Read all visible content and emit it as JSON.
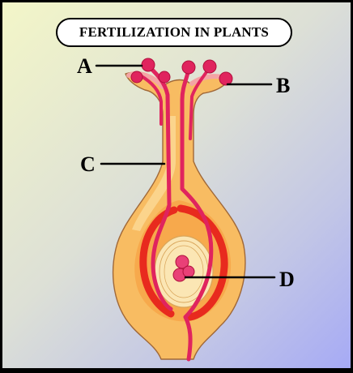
{
  "title": "FERTILIZATION IN PLANTS",
  "labels": {
    "a": "A",
    "b": "B",
    "c": "C",
    "d": "D"
  },
  "colors": {
    "tissue": "#f8bc62",
    "tissue_light": "#fbd48c",
    "ovary_inner": "#f7a94c",
    "pollen": "#e0245e",
    "pollen_dark": "#b0103c",
    "ovule_red": "#e82a1e",
    "stigma": "#f4a4a4"
  }
}
